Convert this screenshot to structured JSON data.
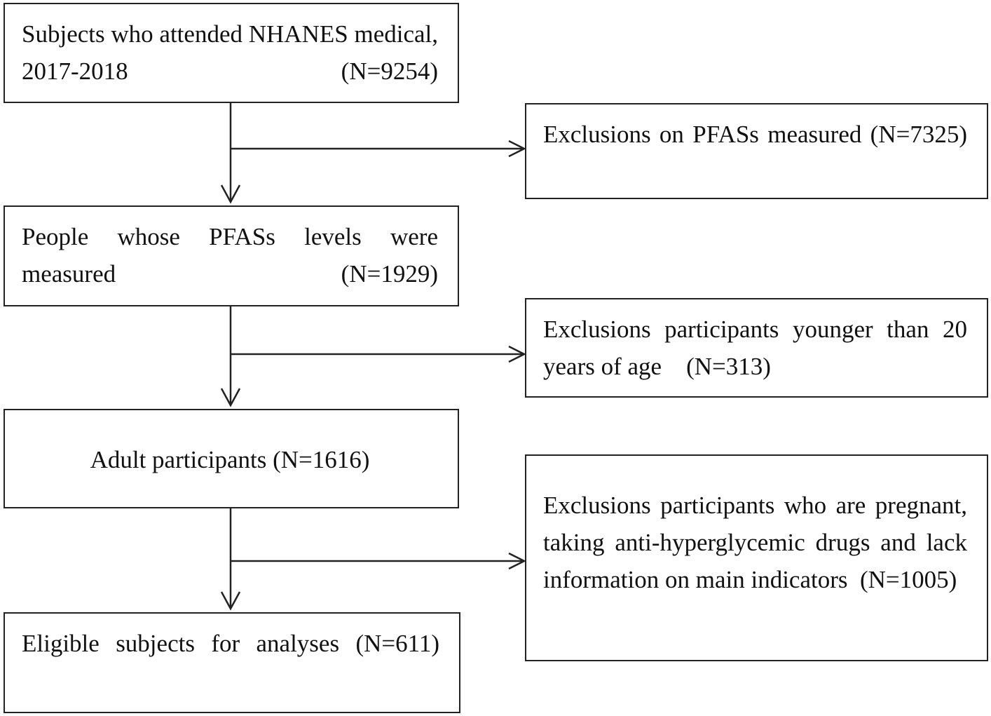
{
  "boxes": {
    "start": "Subjects who attended NHANES medical, 2017-2018 (N=9254)",
    "excl_pfas": "Exclusions on PFASs measured (N=7325)",
    "pfas_measured": "People whose PFASs levels were measured (N=1929)",
    "excl_age": "Exclusions participants younger than 20 years of age    (N=313)",
    "adults": "Adult participants (N=1616)",
    "excl_other": "Exclusions participants who are pregnant, taking anti-hyperglycemic drugs and lack information on main indicators  (N=1005)",
    "eligible": "Eligible subjects for analyses (N=611)"
  },
  "colors": {
    "line": "#222222",
    "box_border": "#222222",
    "text": "#111111"
  }
}
